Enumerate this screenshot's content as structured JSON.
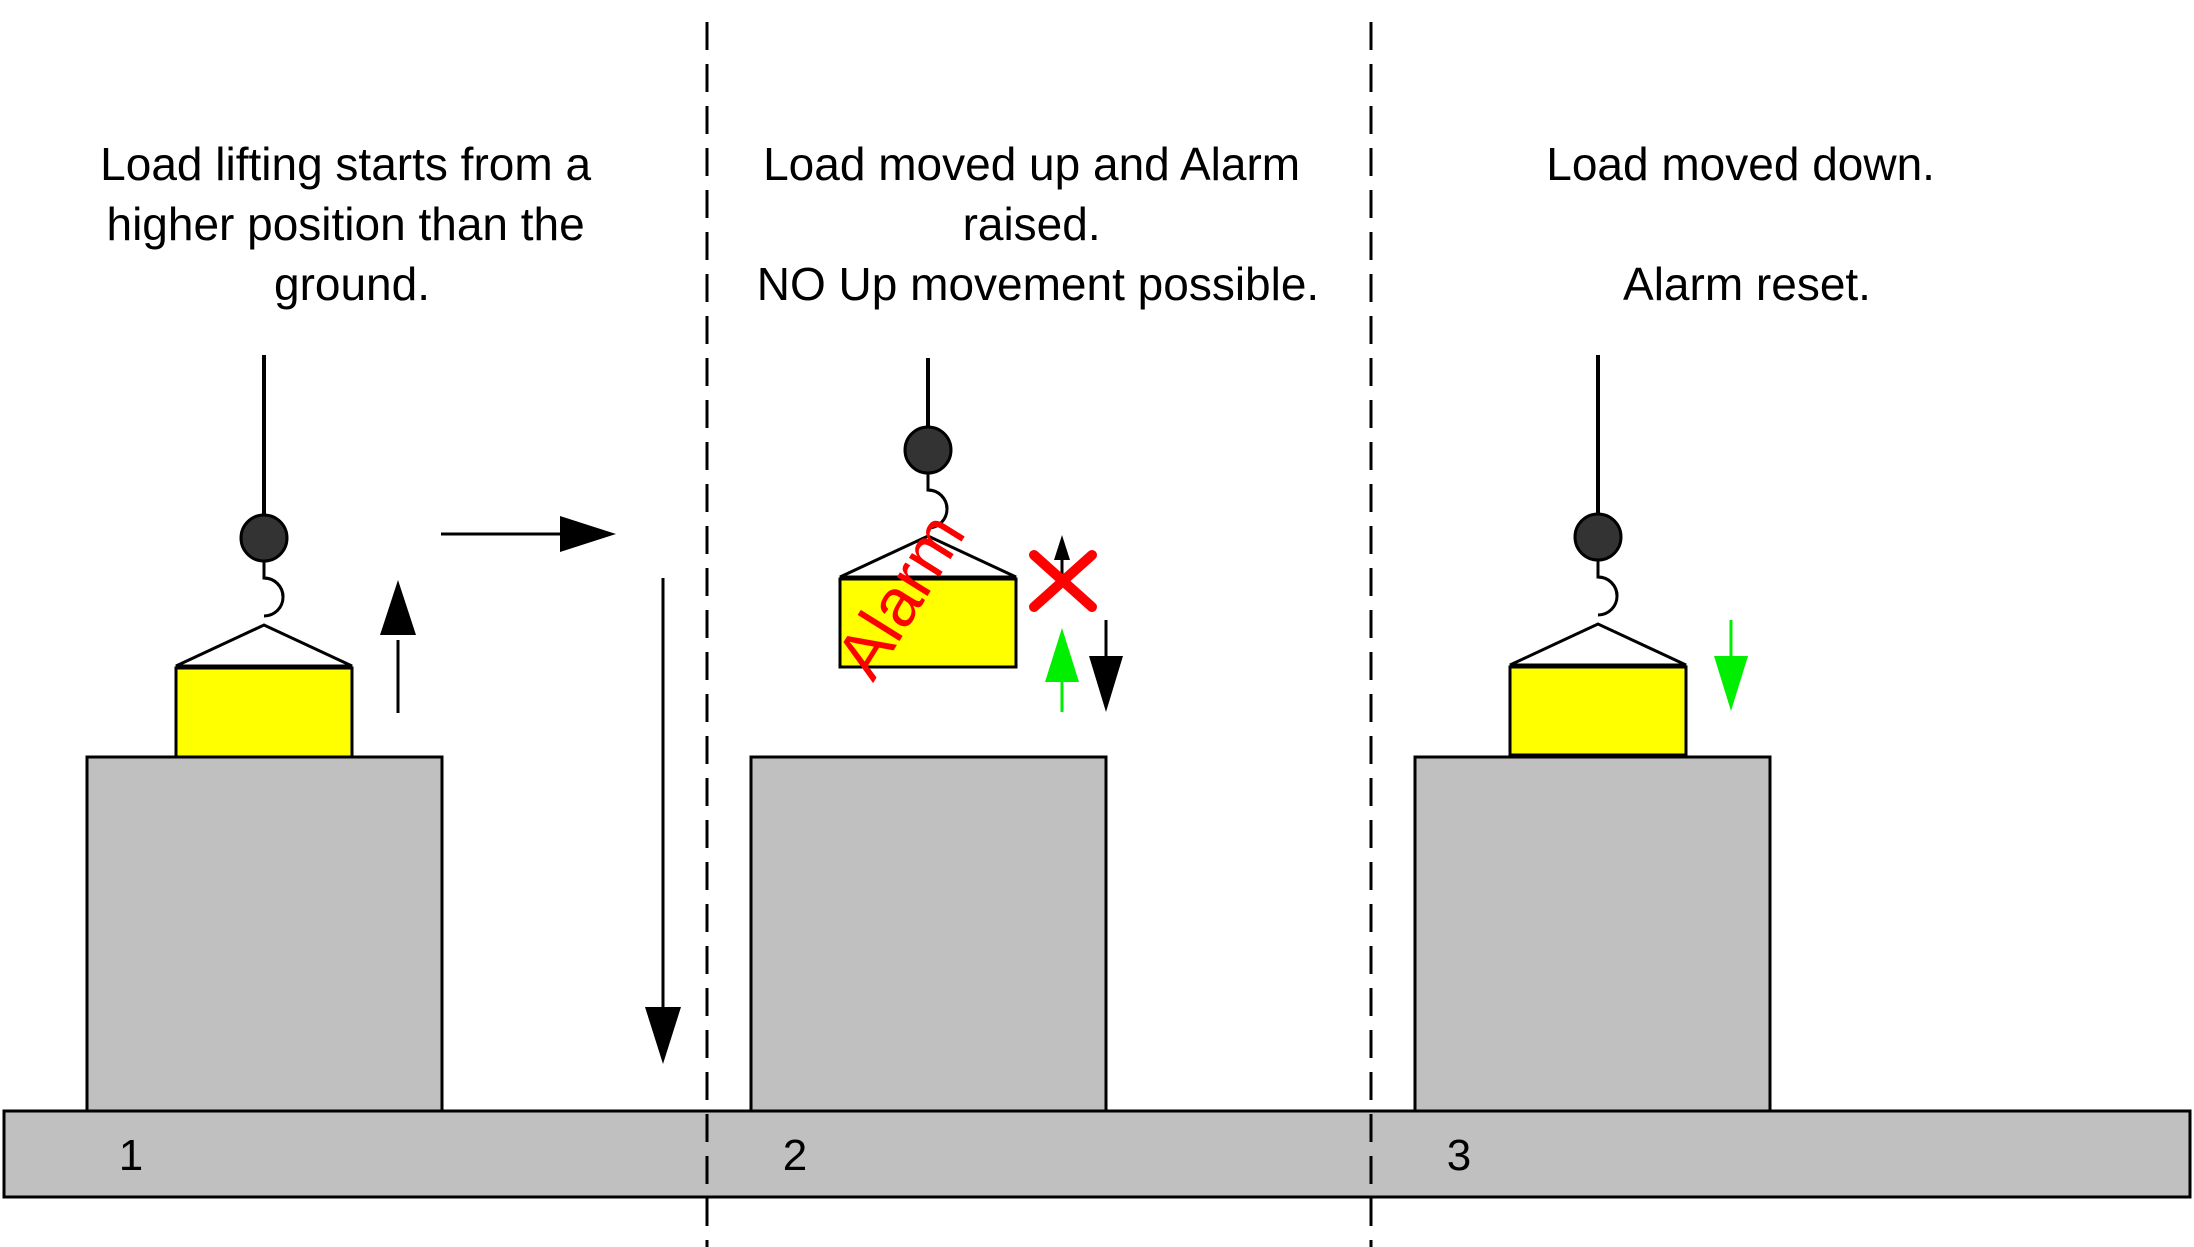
{
  "panels": [
    {
      "number": "1",
      "caption_lines": [
        "Load lifting starts from a",
        "higher position than the",
        "ground."
      ]
    },
    {
      "number": "2",
      "caption_lines": [
        "Load moved up and Alarm",
        "raised.",
        "NO Up movement possible."
      ],
      "alarm_label": "Alarm"
    },
    {
      "number": "3",
      "caption_lines": [
        "Load moved down.",
        "",
        "Alarm reset."
      ]
    }
  ],
  "colors": {
    "load": "#ffff00",
    "pedestal": "#c0c0c0",
    "ground": "#c0c0c0",
    "hook_ball": "#333333",
    "alarm_text": "#ff0000",
    "blocked_cross": "#ff0000",
    "allowed_arrow": "#00ee00",
    "arrow": "#000000"
  },
  "icons": [
    "crane-hook-icon",
    "up-arrow-icon",
    "down-arrow-icon",
    "right-arrow-icon",
    "blocked-cross-icon"
  ]
}
